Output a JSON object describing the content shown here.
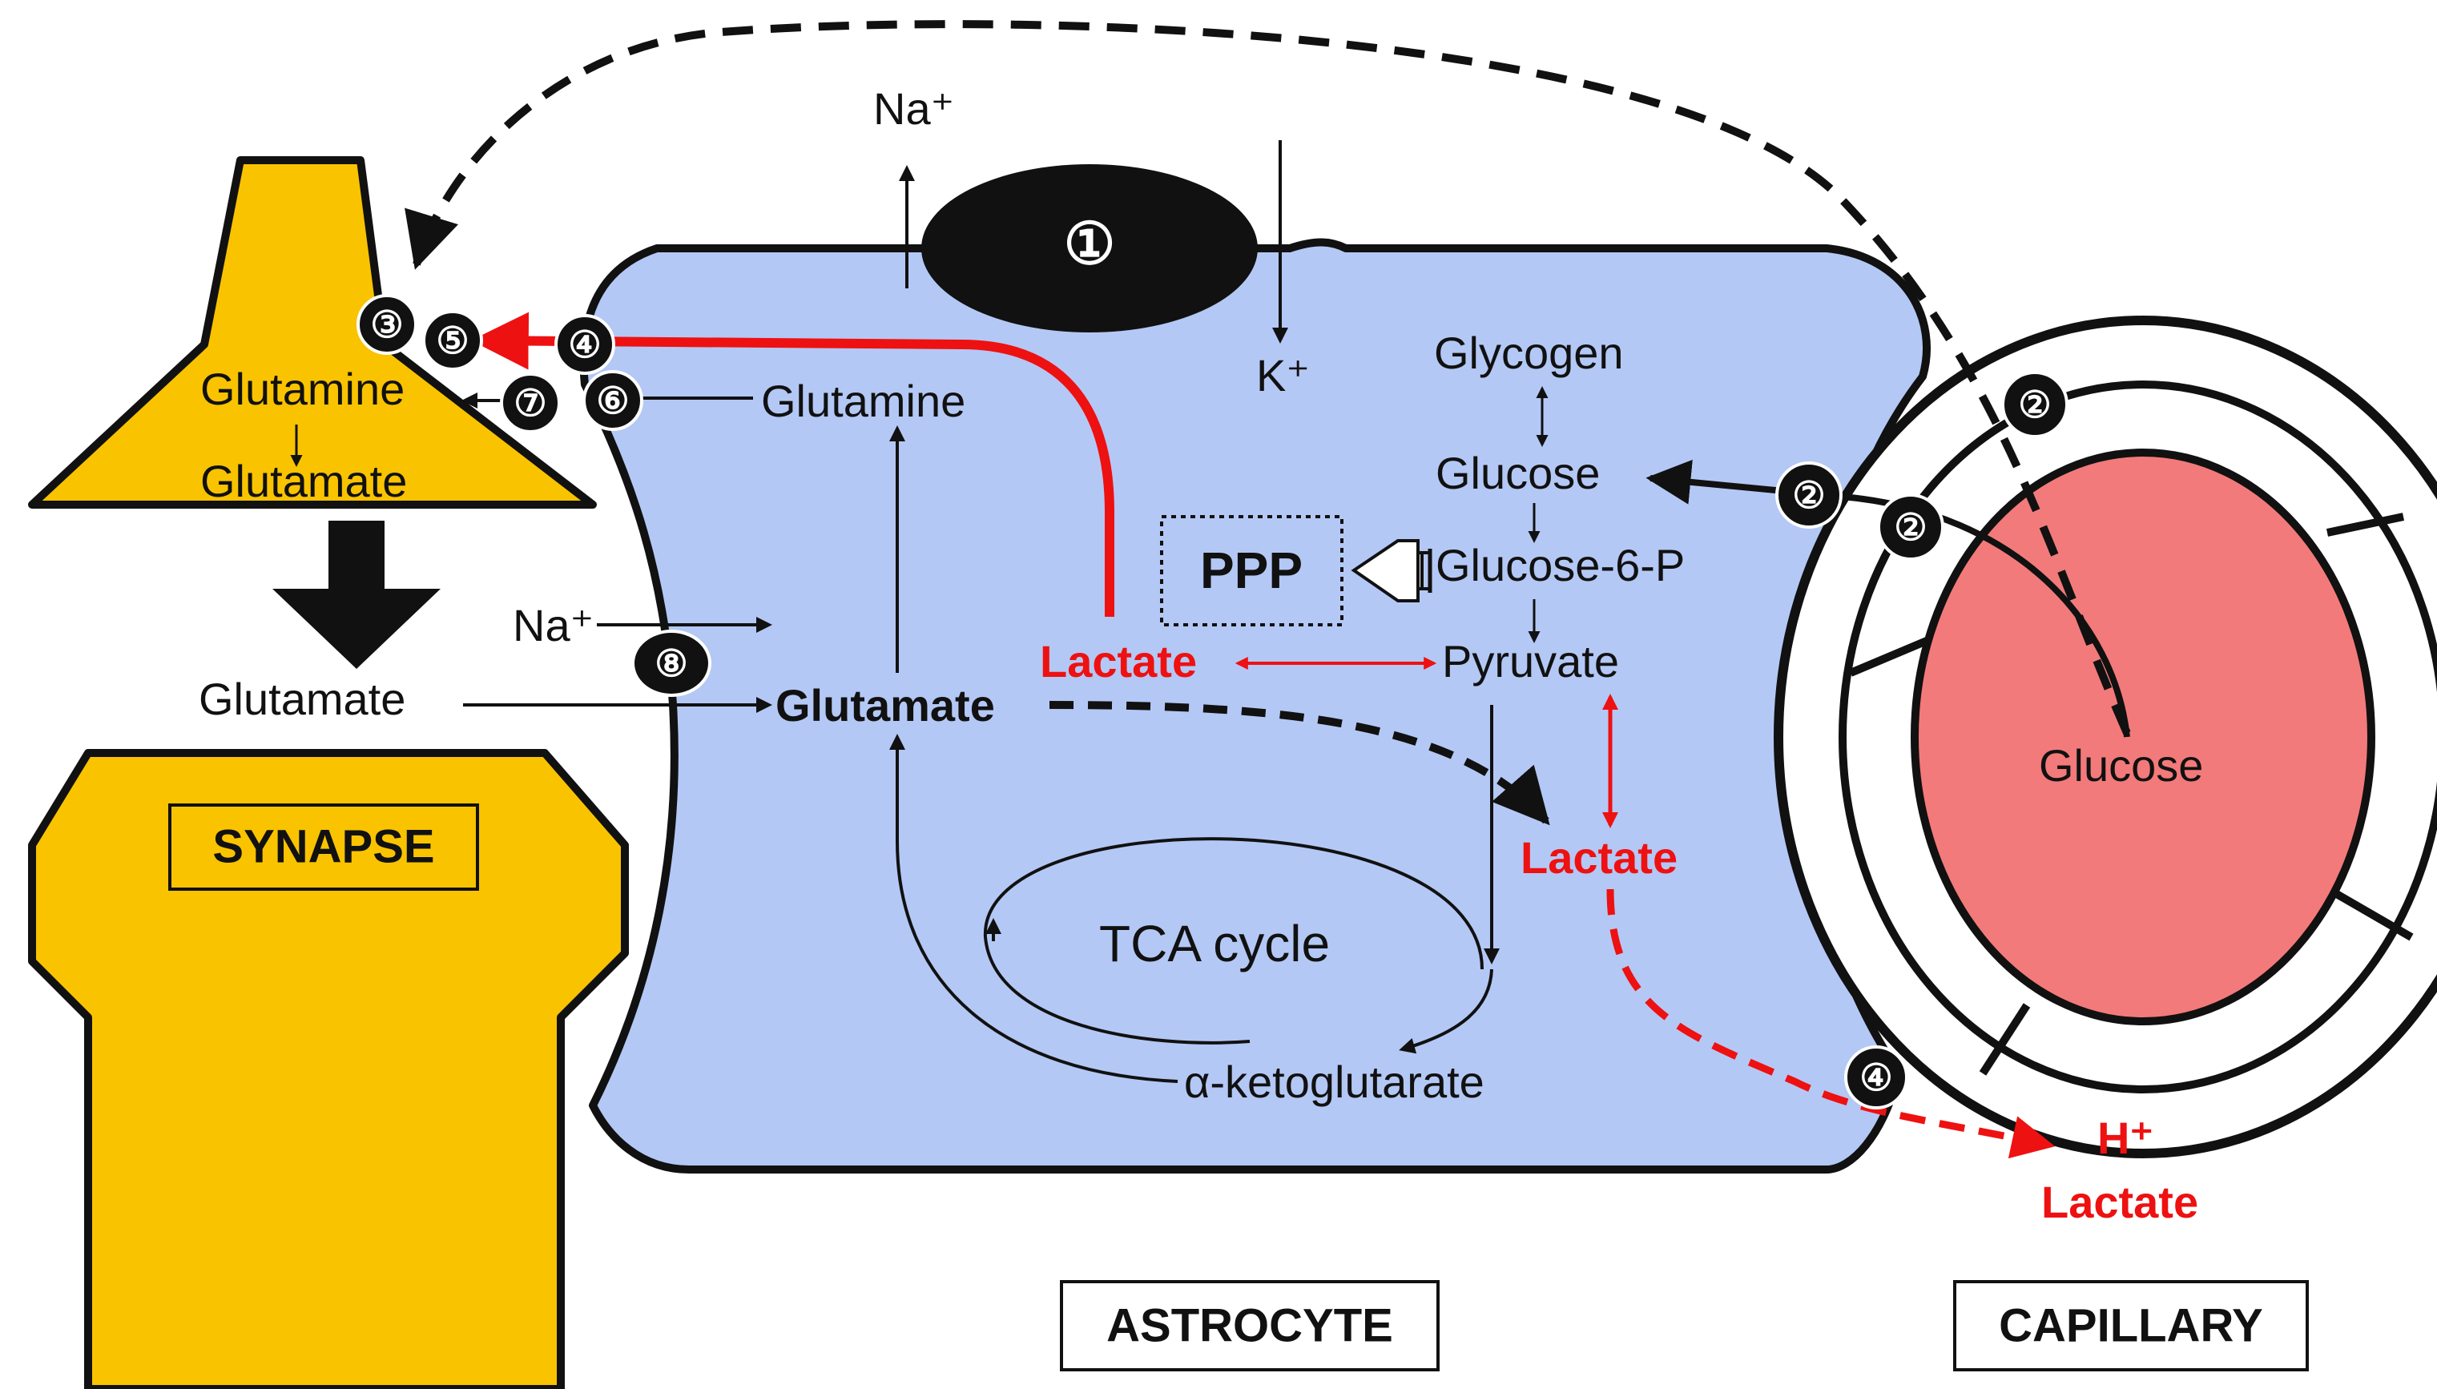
{
  "labels": {
    "na_top": "Na⁺",
    "k_top": "K⁺",
    "marker_1": "①",
    "glutamine_synapse": "Glutamine",
    "glutamate_synapse": "Glutamate",
    "glutamate_extracellular": "Glutamate",
    "glutamine_astro": "Glutamine",
    "glutamate_astro": "Glutamate",
    "na_mid": "Na⁺",
    "glycogen": "Glycogen",
    "glucose_astro": "Glucose",
    "glucose_6_p": "Glucose-6-P",
    "ppp": "PPP",
    "lactate_astro": "Lactate",
    "pyruvate": "Pyruvate",
    "lactate_mid": "Lactate",
    "tca_cycle": "TCA cycle",
    "alpha_kg": "α-ketoglutarate",
    "glucose_cap": "Glucose",
    "h_plus": "H⁺",
    "lactate_out": "Lactate",
    "synapse_box": "SYNAPSE",
    "astrocyte_box": "ASTROCYTE",
    "capillary_box": "CAPILLARY"
  },
  "markers": {
    "m2a": "②",
    "m2b": "②",
    "m2c": "②",
    "m3": "③",
    "m4a": "④",
    "m4b": "④",
    "m5": "⑤",
    "m6": "⑥",
    "m7": "⑦",
    "m8": "⑧"
  },
  "colors": {
    "neuron_yellow": "#f9c300",
    "astrocyte_blue": "#b4c8f5",
    "capillary_red": "#f37a7a",
    "lactate_red": "#ee1111",
    "outline": "#111111"
  }
}
